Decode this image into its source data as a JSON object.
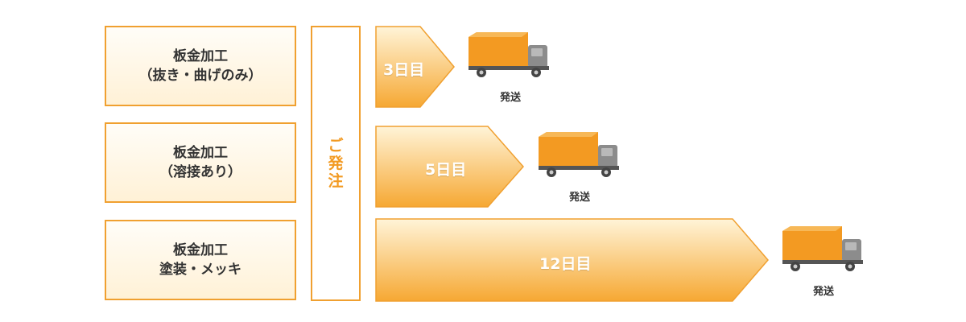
{
  "processes": [
    {
      "line1": "板金加工",
      "line2": "（抜き・曲げのみ）"
    },
    {
      "line1": "板金加工",
      "line2": "（溶接あり）"
    },
    {
      "line1": "板金加工",
      "line2": "塗装・メッキ"
    }
  ],
  "order": {
    "chars": [
      "ご",
      "発",
      "注"
    ]
  },
  "lead_times": [
    {
      "label": "3日目",
      "ship_label": "発送"
    },
    {
      "label": "5日目",
      "ship_label": "発送"
    },
    {
      "label": "12日目",
      "ship_label": "発送"
    }
  ],
  "colors": {
    "border": "#f0a030",
    "arrow_light": "#fff4d8",
    "arrow_dark": "#f6a833",
    "order_text": "#f29a22",
    "truck_cargo": "#f39a22",
    "truck_cab": "#8c8c8c"
  },
  "icons": [
    "truck-icon"
  ]
}
